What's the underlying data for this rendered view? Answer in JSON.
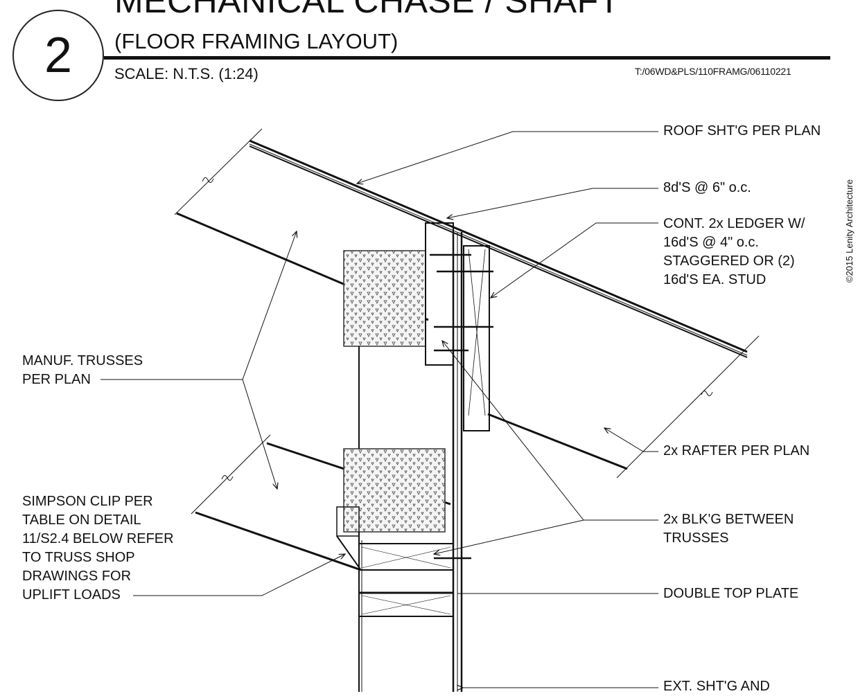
{
  "detail_number": "2",
  "title": "MECHANICAL CHASE / SHAFT",
  "subtitle": "(FLOOR FRAMING LAYOUT)",
  "scale": "SCALE:  N.T.S. (1:24)",
  "file_path": "T:/06WD&PLS/110FRAMG/06110221",
  "copyright": "©2015 Lenity Architecture",
  "callouts": {
    "roof_sheathing": "ROOF SHT'G PER PLAN",
    "nailing": "8d'S @ 6\" o.c.",
    "ledger": [
      "CONT. 2x LEDGER W/",
      "16d'S @ 4\" o.c.",
      "STAGGERED OR (2)",
      "16d'S EA. STUD"
    ],
    "trusses": [
      "MANUF. TRUSSES",
      "PER PLAN"
    ],
    "rafter": "2x RAFTER PER PLAN",
    "simpson": [
      "SIMPSON CLIP  PER",
      "TABLE ON DETAIL",
      "11/S2.4 BELOW REFER",
      "TO TRUSS SHOP",
      "DRAWINGS FOR",
      "UPLIFT LOADS"
    ],
    "blocking": [
      "2x BLK'G BETWEEN",
      "TRUSSES"
    ],
    "top_plate": "DOUBLE TOP PLATE",
    "ext_sheathing": "EXT. SHT'G AND"
  }
}
